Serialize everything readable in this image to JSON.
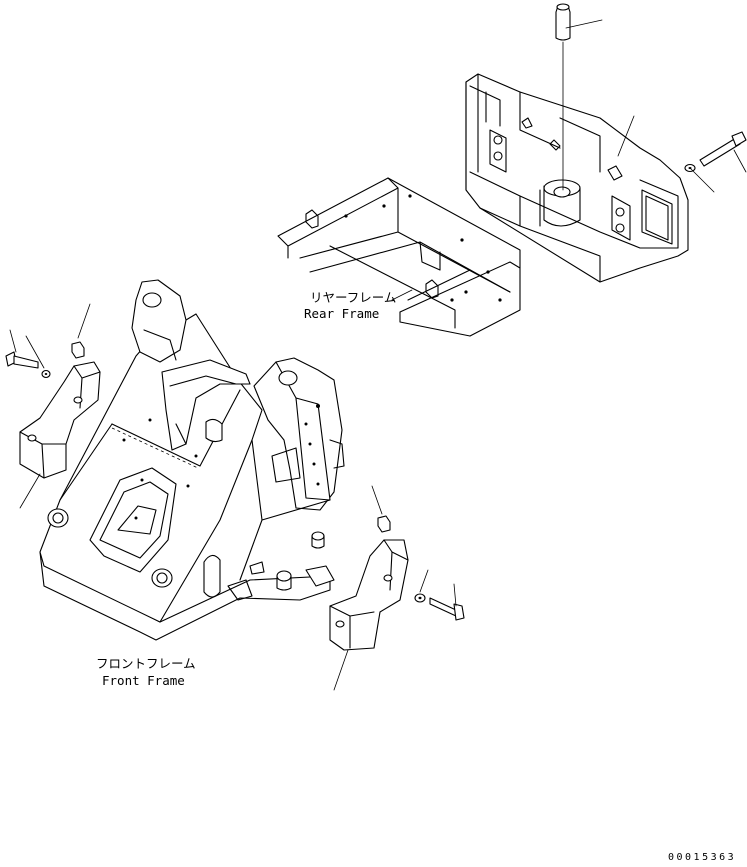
{
  "labels": {
    "rear_frame_jp": "リヤーフレーム",
    "rear_frame_en": "Rear Frame",
    "front_frame_jp": "フロントフレーム",
    "front_frame_en": "Front Frame"
  },
  "drawing_number": "00015363",
  "colors": {
    "ink": "#000000",
    "paper": "#ffffff"
  }
}
